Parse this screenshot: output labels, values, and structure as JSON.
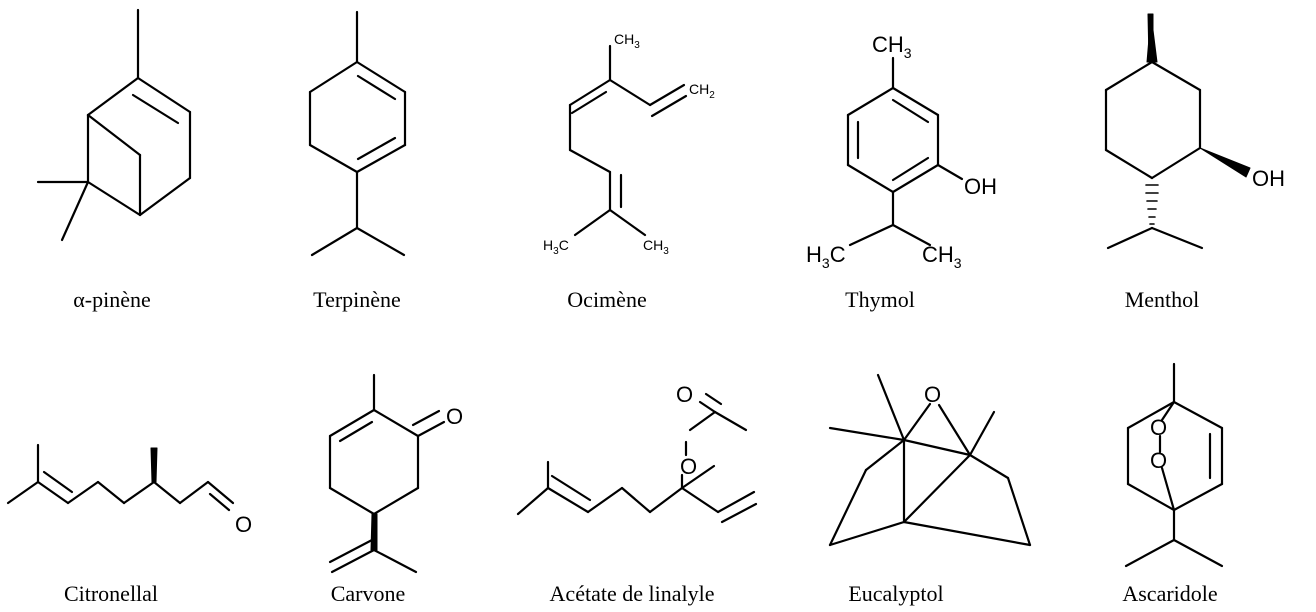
{
  "molecules": [
    {
      "name": "α-pinène"
    },
    {
      "name": "Terpinène"
    },
    {
      "name": "Ocimène"
    },
    {
      "name": "Thymol"
    },
    {
      "name": "Menthol"
    },
    {
      "name": "Citronellal"
    },
    {
      "name": "Carvone"
    },
    {
      "name": "Acétate de linalyle"
    },
    {
      "name": "Eucalyptol"
    },
    {
      "name": "Ascaridole"
    }
  ],
  "atoms": {
    "ch3": "CH",
    "ch2": "CH",
    "h3c": "H",
    "c": "C",
    "three": "3",
    "two": "2",
    "oh": "OH",
    "o": "O"
  }
}
